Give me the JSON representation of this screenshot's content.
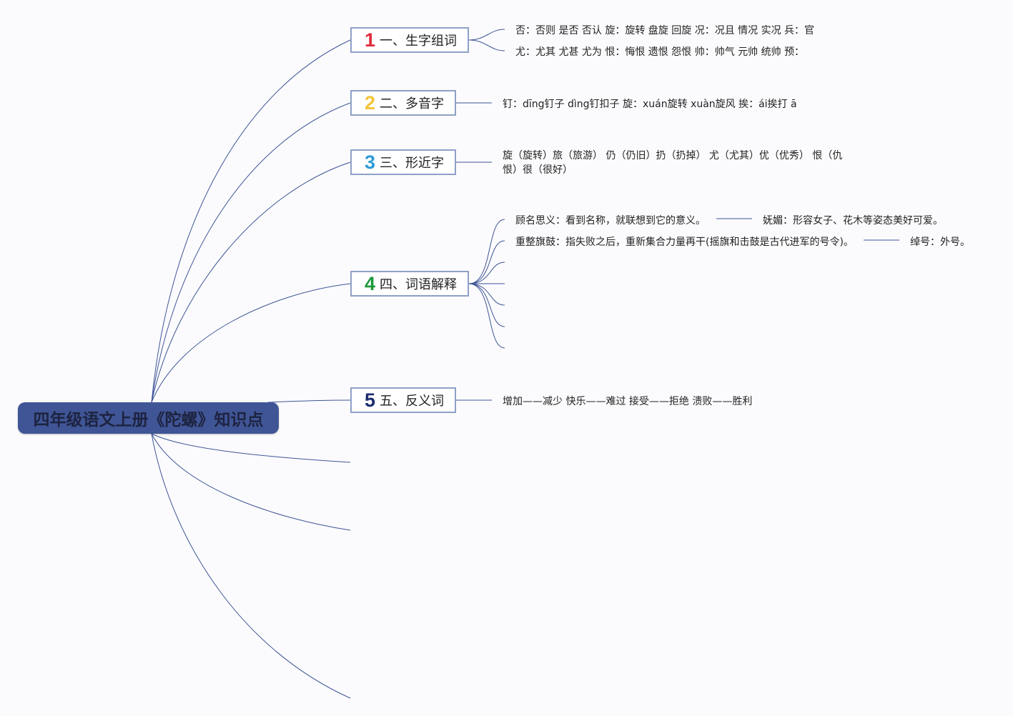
{
  "central": {
    "title": "四年级语文上册《陀螺》知识点"
  },
  "topics": [
    {
      "num": "1",
      "label": "一、生字组词",
      "color": "#e02b3c"
    },
    {
      "num": "2",
      "label": "二、多音字",
      "color": "#f2c43a"
    },
    {
      "num": "3",
      "label": "三、形近字",
      "color": "#2f9ad8"
    },
    {
      "num": "4",
      "label": "四、词语解释",
      "color": "#1e9a3a"
    },
    {
      "num": "5",
      "label": "五、反义词",
      "color": "#1d2c6e"
    }
  ],
  "leaves": {
    "t1": [
      "否：否则 是否 否认 旋：旋转 盘旋 回旋 况：况且 情况 实况 兵：官",
      "尤：尤其 尤甚 尤为 恨：悔恨 遗恨 怨恨 帅：帅气 元帅 统帅 预："
    ],
    "t2": "钉：dīng钉子  dìng钉扣子 旋：xuán旋转  xuàn旋风 挨：ái挨打  ā",
    "t3": "旋（旋转）旅（旅游） 仍（仍旧）扔（扔掉） 尤（尤其）优（优秀） 恨（仇恨）很（很好）",
    "t4": [
      {
        "term": "顾名思义：看到名称，就联想到它的意义。",
        "extra": "妩媚：形容女子、花木等姿态美好可爱。"
      },
      {
        "term": "重整旗鼓：指失败之后，重新集合力量再干(摇旗和击鼓是古代进军的号令)。",
        "extra": "绰号：外号。"
      }
    ],
    "t5": "增加——减少  快乐——难过 接受——拒绝  溃败——胜利"
  },
  "colors": {
    "line": "#3f5596",
    "central_bg": "#3f5596",
    "topic_border": "#8ea0c6"
  }
}
